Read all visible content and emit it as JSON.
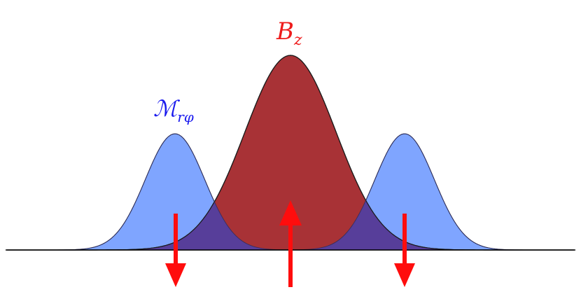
{
  "labels": {
    "field": {
      "main": "B",
      "sub": "z"
    },
    "stress": {
      "main": "ℳ",
      "sub": "rφ"
    }
  },
  "colors": {
    "field_fill": "#a83236",
    "field_label": "#ee1c1c",
    "stress_fill": "#7fa5ff",
    "stress_label": "#1a1aee",
    "overlap_fill": "#573e9a",
    "outline": "#1a1a1a",
    "arrow": "#ff0d0d"
  },
  "arrows": [
    {
      "name": "left-arrow",
      "direction": "down"
    },
    {
      "name": "center-arrow",
      "direction": "up"
    },
    {
      "name": "right-arrow",
      "direction": "down"
    }
  ]
}
